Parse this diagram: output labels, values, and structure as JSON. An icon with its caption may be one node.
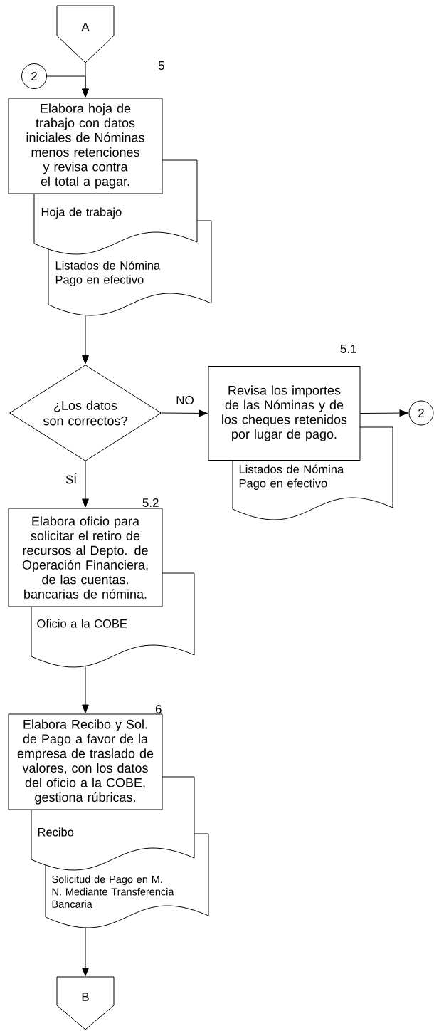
{
  "diagram": {
    "nodes": [
      {
        "text": [
          "A"
        ]
      },
      {
        "text": [
          "2"
        ]
      },
      {
        "text": [
          "Elabora hoja de trabajo con datos iniciales de Nóminas menos retenciones y revisa contra el total a pagar."
        ],
        "beside": [
          "5"
        ]
      },
      {
        "text": [
          "Hoja de trabajo"
        ]
      },
      {
        "text": [
          "Listados de Nómina Pago en efectivo"
        ]
      },
      {
        "text": [
          "¿Los datos son correctos?"
        ]
      },
      {
        "text": [
          "Revisa los importes de las Nóminas y de los cheques retenidos por lugar de pago."
        ],
        "beside": [
          "5.1"
        ]
      },
      {
        "text": [
          "2"
        ]
      },
      {
        "text": [
          "Listados de Nómina Pago en efectivo"
        ]
      },
      {
        "text": [
          "Elabora oficio para solicitar el retiro de recursos al Depto. de Operación Financiera, de las cuentas. bancarias de nómina."
        ],
        "beside": [
          "5.2"
        ]
      },
      {
        "text": [
          "Oficio a la COBE"
        ]
      },
      {
        "text": [
          "Elabora Recibo y Sol. de Pago a favor de la empresa de traslado de valores, con los datos del oficio a la COBE, gestiona rúbricas."
        ],
        "beside": [
          "6"
        ]
      },
      {
        "text": [
          "Recibo"
        ]
      },
      {
        "text": [
          "Solicitud de Pago en M. N. Mediante Transferencia Bancaria"
        ]
      },
      {
        "text": [
          "B"
        ]
      }
    ],
    "edges": [
      {
        "from": 0,
        "to": 2,
        "arrow": "to"
      },
      {
        "from": 1,
        "to": 2,
        "arrow": "to"
      },
      {
        "from": 4,
        "to": 5,
        "arrow": "to"
      },
      {
        "from": 5,
        "to": 6,
        "arrow": "to",
        "label": "NO"
      },
      {
        "from": 5,
        "to": 9,
        "arrow": "to",
        "label": "SÍ"
      },
      {
        "from": 6,
        "to": 7,
        "arrow": "to"
      },
      {
        "from": 10,
        "to": 11,
        "arrow": "to"
      },
      {
        "from": 13,
        "to": 14,
        "arrow": "to"
      }
    ]
  }
}
